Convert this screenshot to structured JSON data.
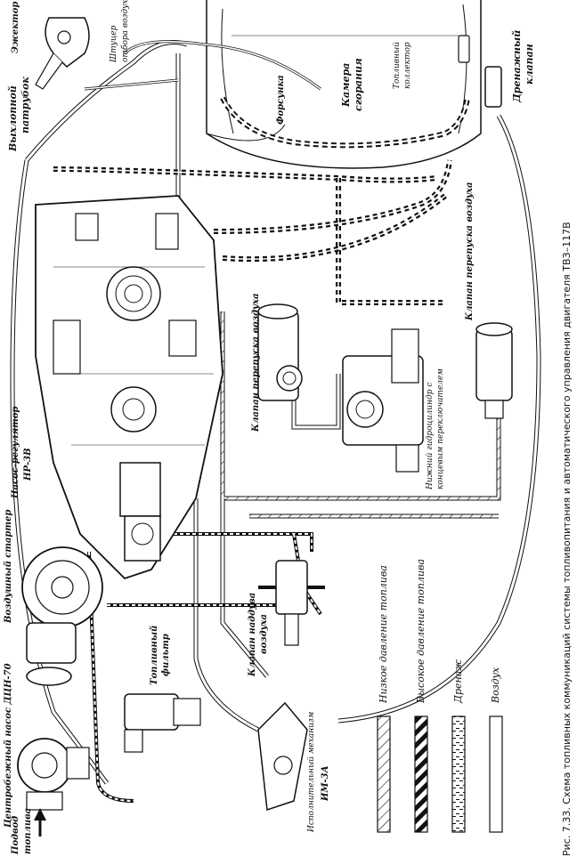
{
  "caption": "Рис. 7.33.  Схема топливных коммуникаций системы топливопитания и автоматического управления двигателя ТВЗ–117В",
  "labels": {
    "ejector": "Эжектор",
    "air_fitting_1": "Штуцер",
    "air_fitting_2": "отбора воздуха",
    "exhaust_1": "Выхлопной",
    "exhaust_2": "патрубок",
    "injector": "Форсунка",
    "chamber_1": "Камера",
    "chamber_2": "сгорания",
    "collector_1": "Топливный",
    "collector_2": "коллектор",
    "drain_1": "Дренажный",
    "drain_2": "клапан",
    "bypass_valve_right": "Клапан перепуска воздуха",
    "bypass_valve_mid": "Клапан перепуска воздуха",
    "hydrocyl_1": "Нижний гидроцилиндр с",
    "hydrocyl_2": "концевым переключателем",
    "pump_reg_1": "Насос-регулятор",
    "pump_reg_2": "НР-3В",
    "air_starter": "Воздушный стартер",
    "boost_valve_1": "Клапан наддува",
    "boost_valve_2": "воздуха",
    "fuel_filter_1": "Топливный",
    "fuel_filter_2": "фильтр",
    "actuator_1": "Исполнительный механизм",
    "actuator_2": "ИМ-3А",
    "cent_pump": "Центробежный насос  ДЦН-70",
    "fuel_in_1": "Подвод",
    "fuel_in_2": "топлива"
  },
  "legend": [
    {
      "key": "low",
      "label": "Низкое  давление  топлива"
    },
    {
      "key": "high",
      "label": "Высокое  давление  топлива"
    },
    {
      "key": "drain",
      "label": "Дренаж"
    },
    {
      "key": "air",
      "label": "Воздух"
    }
  ]
}
